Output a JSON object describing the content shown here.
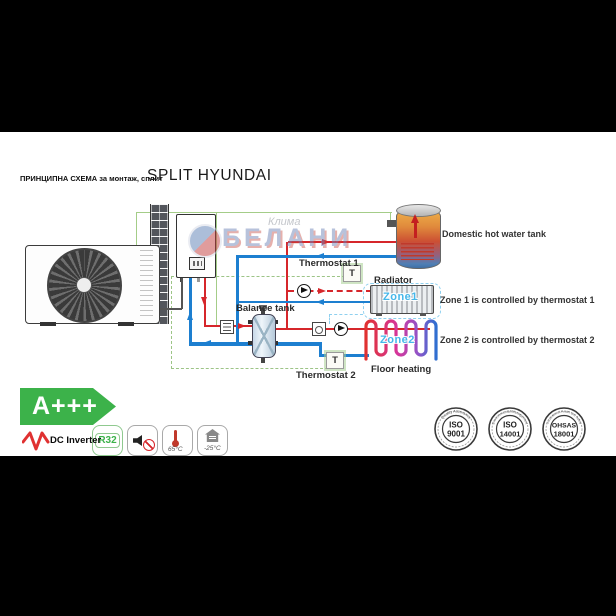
{
  "header": {
    "subtitle": "ПРИНЦИПНА СХЕМА за монтаж, сплит",
    "title": "SPLIT HYUNDAI"
  },
  "watermark": {
    "small": "Клима",
    "big": "БЕЛАНИ"
  },
  "diagram": {
    "labels": {
      "dhw_tank": "Domestic hot water tank",
      "thermostat1": "Thermostat 1",
      "thermostat2": "Thermostat 2",
      "t_symbol": "T",
      "radiator": "Radiator",
      "balance_tank": "Balance tank",
      "floor_heating": "Floor heating",
      "zone1": "Zone1",
      "zone2": "Zone2",
      "zone1_note": "Zone 1 is controlled by thermostat 1",
      "zone2_note": "Zone 2 is controlled by thermostat 2"
    },
    "colors": {
      "hot": "#d6262b",
      "cold": "#1d7fd0",
      "wire": "#a4cd88",
      "zone_label": "#45b7ea",
      "energy_green": "#3cb24a"
    }
  },
  "badges": {
    "energy_class": "A+++",
    "dc_inverter": "DC Inverter",
    "refrigerant": "R32",
    "max_water_temp": "65°C",
    "min_ambient_temp": "-25°C"
  },
  "certifications": [
    {
      "org": "ISO",
      "number": "9001",
      "ring": "Quality Assurance"
    },
    {
      "org": "ISO",
      "number": "14001",
      "ring": "Environmental Management"
    },
    {
      "org": "OHSAS",
      "number": "18001",
      "ring": "Occupational Health and Safety"
    }
  ]
}
